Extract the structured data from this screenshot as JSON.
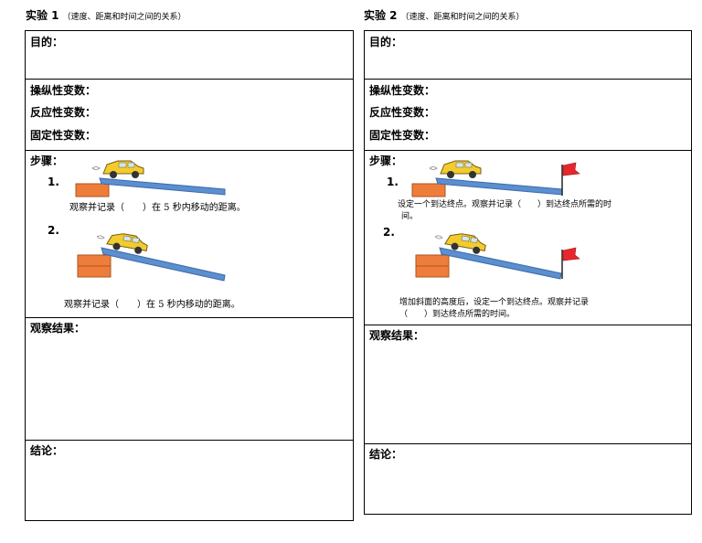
{
  "exp1": {
    "title": "实验 1",
    "subtitle": "（速度、距离和时间之间的关系）",
    "aim": "目的：",
    "manipulated": "操纵性变数：",
    "responding": "反应性变数：",
    "constant": "固定性变数：",
    "steps": "步骤：",
    "step1_num": "1.",
    "step1_text": "观察并记录（　　）在 5 秒内移动的距离。",
    "step2_num": "2.",
    "step2_text": "观察并记录（　　）在 5 秒内移动的距离。",
    "observation": "观察结果：",
    "conclusion": "结论："
  },
  "exp2": {
    "title": "实验 2",
    "subtitle": "（速度、距离和时间之间的关系）",
    "aim": "目的：",
    "manipulated": "操纵性变数：",
    "responding": "反应性变数：",
    "constant": "固定性变数：",
    "steps": "步骤：",
    "step1_num": "1.",
    "step1_text_a": "设定一个到达终点。观察并记录（　　）到达终点所需的时",
    "step1_text_b": "间。",
    "step2_num": "2.",
    "step2_text_a": "增加斜面的高度后，设定一个到达终点。观察并记录",
    "step2_text_b": "（　　）到达终点所需的时间。",
    "observation": "观察结果：",
    "conclusion": "结论："
  },
  "colors": {
    "ramp": "#5b8fd0",
    "block": "#ee7d3c",
    "car": "#f2cc2e",
    "flag": "#e8272c"
  },
  "icons": [
    "toy-car-icon",
    "ramp-board",
    "wooden-block",
    "finish-flag-icon"
  ]
}
